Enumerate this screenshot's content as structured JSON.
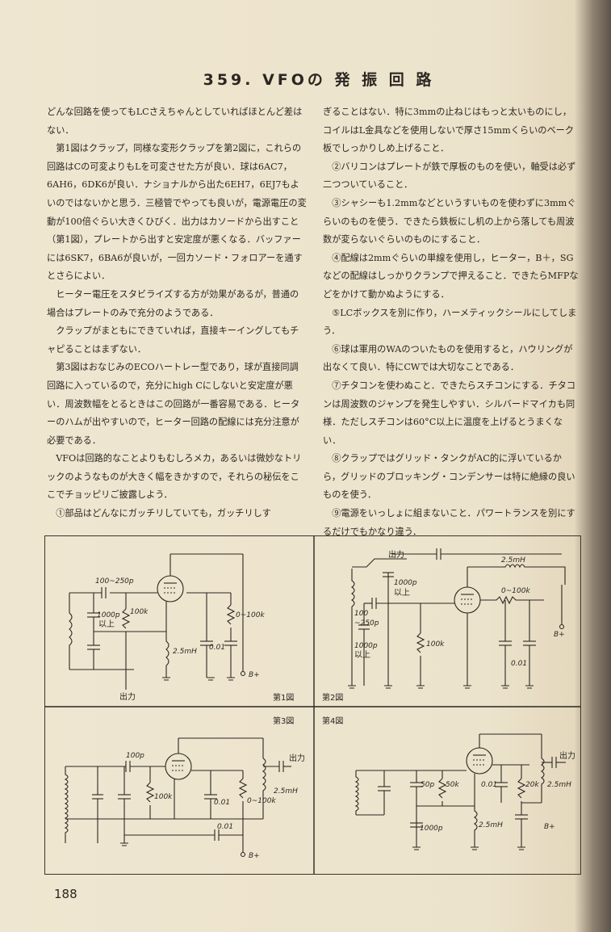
{
  "title": "359. VFOの 発 振 回 路",
  "left_column": [
    "どんな回路を使ってもLCさえちゃんとしていればほとんど差はない．",
    "第1図はクラップ，同様な変形クラップを第2図に，これらの回路はCの可変よりもLを可変させた方が良い．球は6AC7，6AH6，6DK6が良い．ナショナルから出た6EH7，6EJ7もよいのではないかと思う．三極管でやっても良いが，電源電圧の変動が100倍ぐらい大きくひびく．出力はカソードから出すこと（第1図），プレートから出すと安定度が悪くなる．バッファーには6SK7，6BA6が良いが，一回カソード・フォロアーを通すとさらによい．",
    "ヒーター電圧をスタビライズする方が効果があるが，普通の場合はプレートのみで充分のようである．",
    "クラップがまともにできていれば，直接キーイングしてもチャピることはまずない．",
    "第3図はおなじみのECOハートレー型であり，球が直接同調回路に入っているので，充分にhigh Cにしないと安定度が悪い．周波数幅をとるときはこの回路が一番容易である．ヒーターのハムが出やすいので，ヒーター回路の配線には充分注意が必要である．",
    "VFOは回路的なことよりもむしろメカ，あるいは微妙なトリックのようなものが大きく幅をきかすので，それらの秘伝をここでチョッピリご披露しよう．",
    "①部品はどんなにガッチリしていても，ガッチリしす"
  ],
  "right_column": [
    "ぎることはない．特に3mmの止ねじはもっと太いものにし，コイルはL金具などを使用しないで厚さ15mmくらいのベーク板でしっかりしめ上げること．",
    "②バリコンはプレートが鉄で厚板のものを使い，軸受は必ず二つついていること．",
    "③シャシーも1.2mmなどというすいものを使わずに3mmぐらいのものを使う．できたら鉄板にし机の上から落しても周波数が変らないぐらいのものにすること．",
    "④配線は2mmぐらいの単線を使用し，ヒーター，B＋，SGなどの配線はしっかりクランプで押えること．できたらMFPなどをかけて動かぬようにする．",
    "⑤LCボックスを別に作り，ハーメティックシールにしてしまう．",
    "⑥球は軍用のWAのついたものを使用すると，ハウリングが出なくて良い．特にCWでは大切なことである．",
    "⑦チタコンを使わぬこと．できたらスチコンにする．チタコンは周波数のジャンプを発生しやすい．シルバードマイカも同様．ただしスチコンは60°C以上に温度を上げるとうまくない．",
    "⑧クラップではグリッド・タンクがAC的に浮いているから，グリッドのブロッキング・コンデンサーは特に絶縁の良いものを使う．",
    "⑨電源をいっしょに組まないこと．パワートランスを別にするだけでもかなり違う．"
  ],
  "figures": {
    "fig1": {
      "caption": "第1図",
      "labels": [
        "100~250p",
        "1000p",
        "以上",
        "100k",
        "2.5mH",
        "0.01",
        "0~100k",
        "B+",
        "出力"
      ]
    },
    "fig2": {
      "caption": "第2図",
      "labels": [
        "出力",
        "2.5mH",
        "1000p",
        "以上",
        "100",
        "~250p",
        "1000p",
        "以上",
        "100k",
        "0~100k",
        "B+",
        "0.01"
      ]
    },
    "fig3": {
      "caption": "第3図",
      "labels": [
        "100p",
        "100k",
        "0.01",
        "0~100k",
        "出力",
        "2.5mH",
        "0.01",
        "B+"
      ]
    },
    "fig4": {
      "caption": "第4図",
      "labels": [
        "出力",
        "50p",
        "50k",
        "0.01",
        "20k",
        "2.5mH",
        "1000p",
        "2.5mH",
        "B+"
      ]
    }
  },
  "page_number": "188"
}
